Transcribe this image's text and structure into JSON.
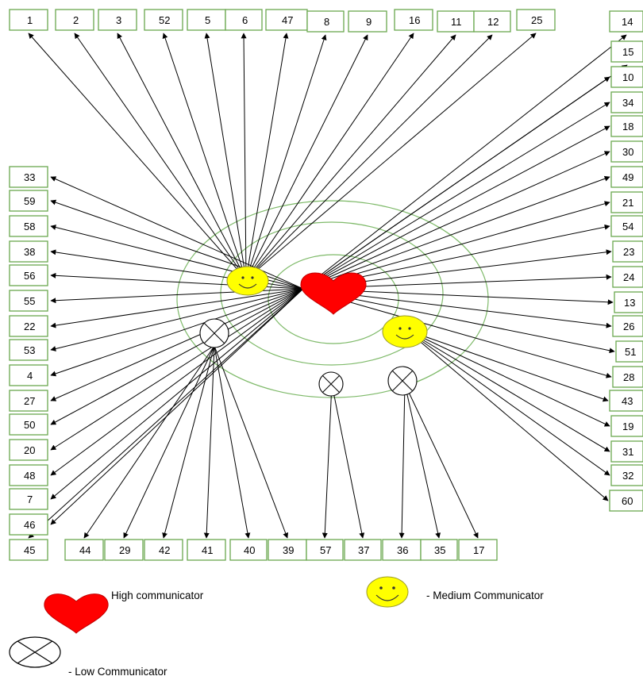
{
  "legend": {
    "high": "High communicator",
    "medium": "- Medium Communicator",
    "low": "- Low Communicator"
  },
  "colors": {
    "high": "#ff0000",
    "medium": "#ffff00",
    "box_border": "#6aa84f",
    "ring": "#7fba6a"
  },
  "hubs": [
    {
      "id": "H",
      "type": "high"
    },
    {
      "id": "M1",
      "type": "medium"
    },
    {
      "id": "M2",
      "type": "medium"
    },
    {
      "id": "L1",
      "type": "low"
    },
    {
      "id": "L2",
      "type": "low"
    },
    {
      "id": "L3",
      "type": "low"
    }
  ],
  "nodes": [
    {
      "label": "1"
    },
    {
      "label": "2"
    },
    {
      "label": "3"
    },
    {
      "label": "52"
    },
    {
      "label": "5"
    },
    {
      "label": "6"
    },
    {
      "label": "47"
    },
    {
      "label": "8"
    },
    {
      "label": "9"
    },
    {
      "label": "16"
    },
    {
      "label": "11"
    },
    {
      "label": "12"
    },
    {
      "label": "25"
    },
    {
      "label": "14"
    },
    {
      "label": "15"
    },
    {
      "label": "10"
    },
    {
      "label": "34"
    },
    {
      "label": "18"
    },
    {
      "label": "30"
    },
    {
      "label": "49"
    },
    {
      "label": "21"
    },
    {
      "label": "54"
    },
    {
      "label": "23"
    },
    {
      "label": "24"
    },
    {
      "label": "13"
    },
    {
      "label": "26"
    },
    {
      "label": "51"
    },
    {
      "label": "28"
    },
    {
      "label": "43"
    },
    {
      "label": "19"
    },
    {
      "label": "31"
    },
    {
      "label": "32"
    },
    {
      "label": "60"
    },
    {
      "label": "33"
    },
    {
      "label": "59"
    },
    {
      "label": "58"
    },
    {
      "label": "38"
    },
    {
      "label": "56"
    },
    {
      "label": "55"
    },
    {
      "label": "22"
    },
    {
      "label": "53"
    },
    {
      "label": "4"
    },
    {
      "label": "27"
    },
    {
      "label": "50"
    },
    {
      "label": "20"
    },
    {
      "label": "48"
    },
    {
      "label": "7"
    },
    {
      "label": "46"
    },
    {
      "label": "45"
    },
    {
      "label": "44"
    },
    {
      "label": "29"
    },
    {
      "label": "42"
    },
    {
      "label": "41"
    },
    {
      "label": "40"
    },
    {
      "label": "39"
    },
    {
      "label": "57"
    },
    {
      "label": "37"
    },
    {
      "label": "36"
    },
    {
      "label": "35"
    },
    {
      "label": "17"
    }
  ],
  "links": [
    {
      "from": "M1",
      "to": "1"
    },
    {
      "from": "M1",
      "to": "2"
    },
    {
      "from": "M1",
      "to": "3"
    },
    {
      "from": "M1",
      "to": "52"
    },
    {
      "from": "M1",
      "to": "5"
    },
    {
      "from": "M1",
      "to": "6"
    },
    {
      "from": "M1",
      "to": "47"
    },
    {
      "from": "M1",
      "to": "8"
    },
    {
      "from": "M1",
      "to": "9"
    },
    {
      "from": "M1",
      "to": "16"
    },
    {
      "from": "M1",
      "to": "11"
    },
    {
      "from": "M1",
      "to": "12"
    },
    {
      "from": "M1",
      "to": "25"
    },
    {
      "from": "H",
      "to": "14"
    },
    {
      "from": "H",
      "to": "15"
    },
    {
      "from": "H",
      "to": "10"
    },
    {
      "from": "H",
      "to": "34"
    },
    {
      "from": "H",
      "to": "18"
    },
    {
      "from": "H",
      "to": "30"
    },
    {
      "from": "H",
      "to": "49"
    },
    {
      "from": "H",
      "to": "21"
    },
    {
      "from": "H",
      "to": "54"
    },
    {
      "from": "H",
      "to": "23"
    },
    {
      "from": "H",
      "to": "24"
    },
    {
      "from": "H",
      "to": "13"
    },
    {
      "from": "H",
      "to": "26"
    },
    {
      "from": "H",
      "to": "51"
    },
    {
      "from": "H",
      "to": "28"
    },
    {
      "from": "M2",
      "to": "43"
    },
    {
      "from": "M2",
      "to": "19"
    },
    {
      "from": "M2",
      "to": "31"
    },
    {
      "from": "M2",
      "to": "32"
    },
    {
      "from": "M2",
      "to": "60"
    },
    {
      "from": "H",
      "to": "33"
    },
    {
      "from": "H",
      "to": "59"
    },
    {
      "from": "H",
      "to": "58"
    },
    {
      "from": "H",
      "to": "38"
    },
    {
      "from": "H",
      "to": "56"
    },
    {
      "from": "H",
      "to": "55"
    },
    {
      "from": "H",
      "to": "22"
    },
    {
      "from": "H",
      "to": "53"
    },
    {
      "from": "H",
      "to": "4"
    },
    {
      "from": "H",
      "to": "27"
    },
    {
      "from": "H",
      "to": "50"
    },
    {
      "from": "H",
      "to": "20"
    },
    {
      "from": "H",
      "to": "48"
    },
    {
      "from": "H",
      "to": "7"
    },
    {
      "from": "H",
      "to": "46"
    },
    {
      "from": "H",
      "to": "45"
    },
    {
      "from": "L1",
      "to": "44"
    },
    {
      "from": "L1",
      "to": "29"
    },
    {
      "from": "L1",
      "to": "42"
    },
    {
      "from": "L1",
      "to": "41"
    },
    {
      "from": "L1",
      "to": "40"
    },
    {
      "from": "L1",
      "to": "39"
    },
    {
      "from": "L2",
      "to": "57"
    },
    {
      "from": "L2",
      "to": "37"
    },
    {
      "from": "L3",
      "to": "36"
    },
    {
      "from": "L3",
      "to": "35"
    },
    {
      "from": "L3",
      "to": "17"
    }
  ]
}
